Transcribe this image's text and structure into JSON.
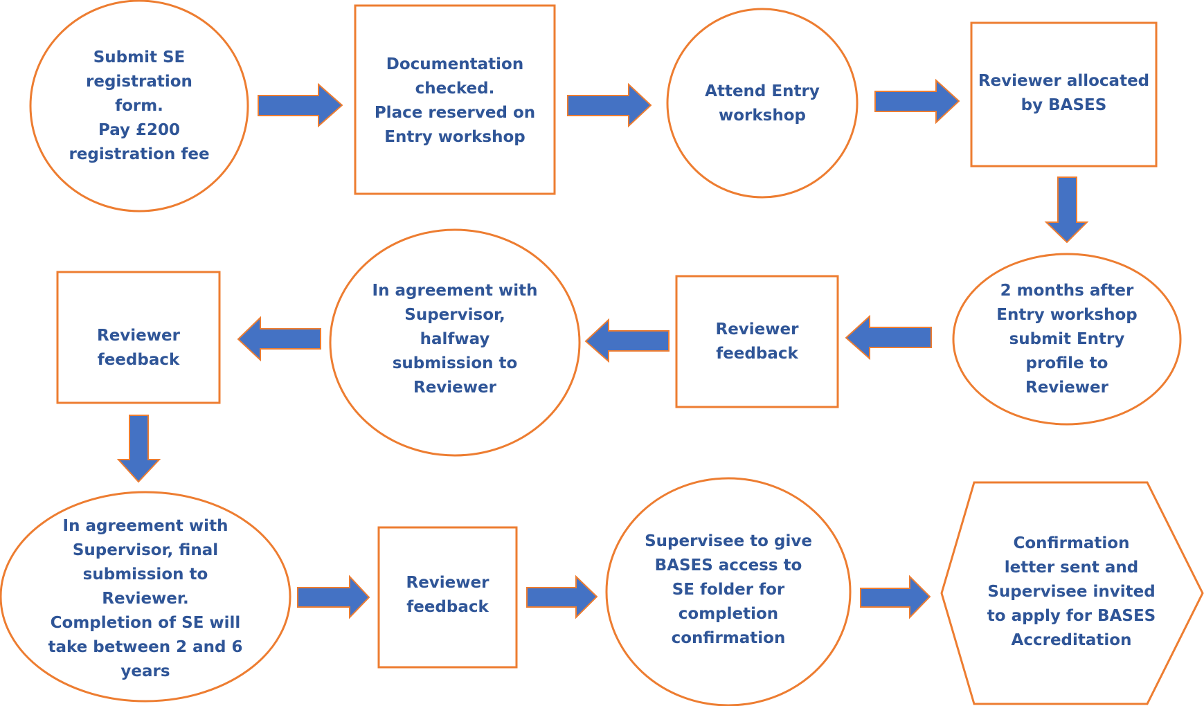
{
  "colors": {
    "node_outline": "#ED7D31",
    "arrow_fill": "#4472C4",
    "text": "#2F5597",
    "background": "#FFFFFF"
  },
  "steps": [
    {
      "id": "submit-registration",
      "shape": "ellipse",
      "text": "Submit SE\nregistration\nform.\nPay £200\nregistration fee"
    },
    {
      "id": "documentation-checked",
      "shape": "rectangle",
      "text": "Documentation\nchecked.\nPlace reserved on\nEntry workshop"
    },
    {
      "id": "attend-entry-workshop",
      "shape": "ellipse",
      "text": "Attend Entry\nworkshop"
    },
    {
      "id": "reviewer-allocated",
      "shape": "rectangle",
      "text": "Reviewer allocated\nby BASES"
    },
    {
      "id": "submit-entry-profile",
      "shape": "ellipse",
      "text": "2 months after\nEntry workshop\nsubmit Entry\nprofile to\nReviewer"
    },
    {
      "id": "reviewer-feedback-1",
      "shape": "rectangle",
      "text": "Reviewer\nfeedback"
    },
    {
      "id": "halfway-submission",
      "shape": "ellipse",
      "text": "In agreement with\nSupervisor,\nhalfway\nsubmission to\nReviewer"
    },
    {
      "id": "reviewer-feedback-2",
      "shape": "rectangle",
      "text": "Reviewer\nfeedback"
    },
    {
      "id": "final-submission",
      "shape": "ellipse",
      "text": "In agreement with\nSupervisor, final\nsubmission to\nReviewer.\nCompletion of SE will\ntake between 2 and 6\nyears"
    },
    {
      "id": "reviewer-feedback-3",
      "shape": "rectangle",
      "text": "Reviewer\nfeedback"
    },
    {
      "id": "give-bases-access",
      "shape": "ellipse",
      "text": "Supervisee to give\nBASES access to\nSE folder for\ncompletion\nconfirmation"
    },
    {
      "id": "confirmation-letter",
      "shape": "hexagon",
      "text": "Confirmation\nletter sent and\nSupervisee invited\nto apply for BASES\nAccreditation"
    }
  ],
  "connections": [
    {
      "from": "submit-registration",
      "to": "documentation-checked",
      "direction": "right"
    },
    {
      "from": "documentation-checked",
      "to": "attend-entry-workshop",
      "direction": "right"
    },
    {
      "from": "attend-entry-workshop",
      "to": "reviewer-allocated",
      "direction": "right"
    },
    {
      "from": "reviewer-allocated",
      "to": "submit-entry-profile",
      "direction": "down"
    },
    {
      "from": "submit-entry-profile",
      "to": "reviewer-feedback-1",
      "direction": "left"
    },
    {
      "from": "reviewer-feedback-1",
      "to": "halfway-submission",
      "direction": "left"
    },
    {
      "from": "halfway-submission",
      "to": "reviewer-feedback-2",
      "direction": "left"
    },
    {
      "from": "reviewer-feedback-2",
      "to": "final-submission",
      "direction": "down"
    },
    {
      "from": "final-submission",
      "to": "reviewer-feedback-3",
      "direction": "right"
    },
    {
      "from": "reviewer-feedback-3",
      "to": "give-bases-access",
      "direction": "right"
    },
    {
      "from": "give-bases-access",
      "to": "confirmation-letter",
      "direction": "right"
    }
  ]
}
